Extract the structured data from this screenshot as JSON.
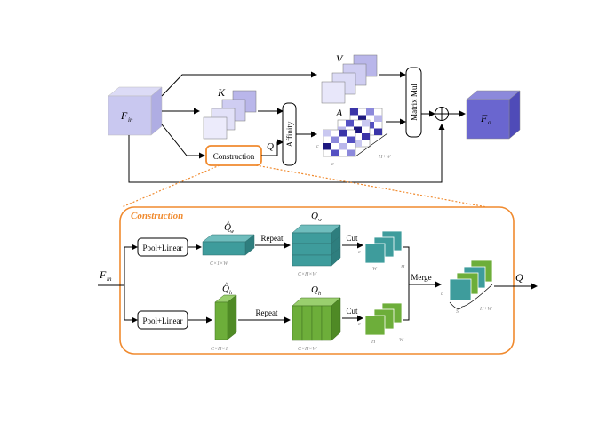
{
  "labels": {
    "f_in_top": "F",
    "f_in_top_sub": "in",
    "f_o": "F",
    "f_o_sub": "o",
    "v": "V",
    "k": "K",
    "a": "A",
    "q_top": "Q",
    "affinity": "Affinity",
    "matrix_mul": "Matrix Mul",
    "construction_box": "Construction",
    "a_dim_c1": "c",
    "a_dim_c2": "c",
    "a_dim_hw": "H+W",
    "construction_title": "Construction",
    "f_in_bottom": "F",
    "f_in_bottom_sub": "in",
    "pool_linear_top": "Pool+Linear",
    "pool_linear_bottom": "Pool+Linear",
    "qw_hat": "Q",
    "qw_hat_sub": "w",
    "qh_hat": "Q",
    "qh_hat_sub": "h",
    "qw": "Q",
    "qw_sub": "w",
    "qh": "Q",
    "qh_sub": "h",
    "repeat_top": "Repeat",
    "repeat_bottom": "Repeat",
    "cut_top": "Cut",
    "cut_bottom": "Cut",
    "merge": "Merge",
    "q_out": "Q",
    "dim_c1w": "C×1×W",
    "dim_chw_top": "C×H×W",
    "dim_ch1": "C×H×1",
    "dim_chw_bottom": "C×H×W",
    "cut_top_c": "c",
    "cut_top_w": "W",
    "cut_top_h": "H",
    "cut_bot_c": "c",
    "cut_bot_h": "H",
    "cut_bot_w": "W",
    "merge_c": "c",
    "merge_s": "S",
    "merge_hw": "H+W"
  },
  "colors": {
    "cube_light": "#C9C8F0",
    "cube_dark": "#6A66CF",
    "teal": "#3E9C9C",
    "green": "#6DAE3A",
    "orange": "#F08A2E",
    "feature_map": "#B9B6EA"
  }
}
